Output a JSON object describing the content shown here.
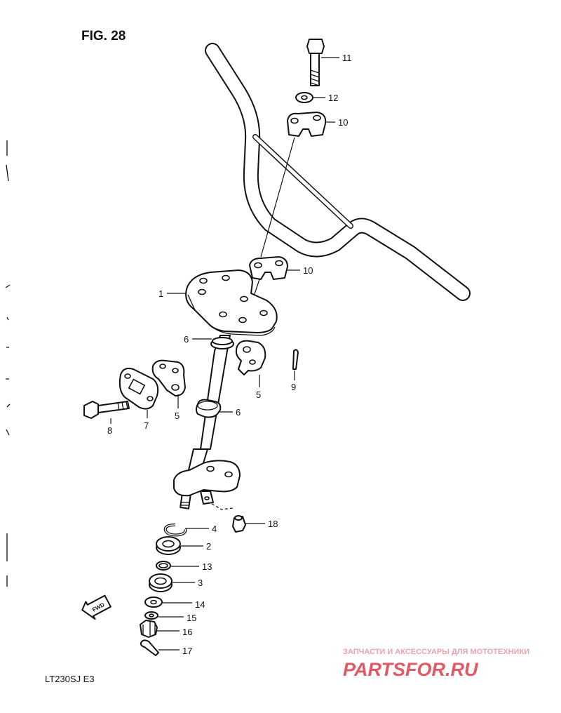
{
  "figure_title": "FIG. 28",
  "model_code": "LT230SJ E3",
  "fwd_label": "FWD",
  "watermark": {
    "tagline": "ЗАПЧАСТИ И АКСЕССУАРЫ ДЛЯ МОТОТЕХНИКИ",
    "logo": "PARTSFOR.RU",
    "color": "#e05a66"
  },
  "callouts": [
    {
      "id": "c11",
      "label": "11"
    },
    {
      "id": "c12",
      "label": "12"
    },
    {
      "id": "c10a",
      "label": "10"
    },
    {
      "id": "c10b",
      "label": "10"
    },
    {
      "id": "c1",
      "label": "1"
    },
    {
      "id": "c6a",
      "label": "6"
    },
    {
      "id": "c5a",
      "label": "5"
    },
    {
      "id": "c9",
      "label": "9"
    },
    {
      "id": "c8",
      "label": "8"
    },
    {
      "id": "c7",
      "label": "7"
    },
    {
      "id": "c5b",
      "label": "5"
    },
    {
      "id": "c6b",
      "label": "6"
    },
    {
      "id": "c4",
      "label": "4"
    },
    {
      "id": "c18",
      "label": "18"
    },
    {
      "id": "c2",
      "label": "2"
    },
    {
      "id": "c13",
      "label": "13"
    },
    {
      "id": "c3",
      "label": "3"
    },
    {
      "id": "c14",
      "label": "14"
    },
    {
      "id": "c15",
      "label": "15"
    },
    {
      "id": "c16",
      "label": "16"
    },
    {
      "id": "c17",
      "label": "17"
    }
  ]
}
